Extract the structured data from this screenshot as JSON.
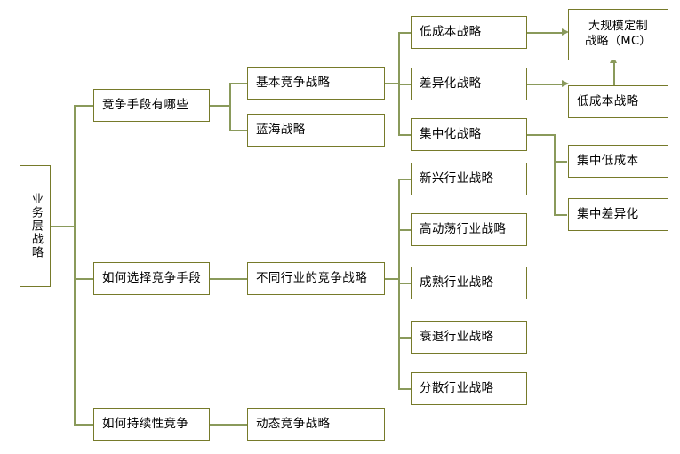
{
  "diagram": {
    "title": "业务层战略",
    "type": "mind-map-tree",
    "orientation": "left-to-right",
    "colors": {
      "node_border": "#767a2a",
      "connector": "#8a9a5b",
      "node_fill": "#ffffff",
      "text": "#000000",
      "background": "#ffffff"
    }
  },
  "root": {
    "label": "业务层战略",
    "text_orientation": "vertical"
  },
  "branches": [
    {
      "id": "branch-1",
      "label": "竞争手段有哪些",
      "children": [
        {
          "id": "node-basic-competition",
          "label": "基本竞争战略",
          "children": [
            {
              "id": "node-low-cost",
              "label": "低成本战略"
            },
            {
              "id": "node-differentiation",
              "label": "差异化战略"
            },
            {
              "id": "node-focus",
              "label": "集中化战略"
            }
          ]
        },
        {
          "id": "node-blue-ocean",
          "label": "蓝海战略"
        }
      ]
    },
    {
      "id": "branch-2",
      "label": "如何选择竞争手段",
      "children": [
        {
          "id": "node-industry-strategies",
          "label": "不同行业的竞争战略",
          "children": [
            {
              "id": "node-emerging",
              "label": "新兴行业战略"
            },
            {
              "id": "node-turbulent",
              "label": "高动荡行业战略"
            },
            {
              "id": "node-mature",
              "label": "成熟行业战略"
            },
            {
              "id": "node-declining",
              "label": "衰退行业战略"
            },
            {
              "id": "node-fragmented",
              "label": "分散行业战略"
            }
          ]
        }
      ]
    },
    {
      "id": "branch-3",
      "label": "如何持续性竞争",
      "children": [
        {
          "id": "node-dynamic",
          "label": "动态竞争战略"
        }
      ]
    }
  ],
  "outcomes": {
    "mass_customization": {
      "label": "大规模定制\n战略（MC）",
      "line1": "大规模定制",
      "line2": "战略（MC）"
    },
    "low_cost_outcome": {
      "label": "低成本战略"
    },
    "focus_low_cost": {
      "label": "集中低成本"
    },
    "focus_differentiation": {
      "label": "集中差异化"
    }
  },
  "arrows": [
    {
      "id": "arrow-lowcost-to-mc",
      "from": "低成本战略",
      "to": "大规模定制战略（MC）",
      "direction": "right"
    },
    {
      "id": "arrow-diff-to-lowcost-outcome",
      "from": "差异化战略",
      "to": "低成本战略",
      "direction": "right"
    },
    {
      "id": "arrow-lowcost-outcome-to-mc",
      "from": "低成本战略",
      "to": "大规模定制战略（MC）",
      "direction": "up"
    }
  ]
}
